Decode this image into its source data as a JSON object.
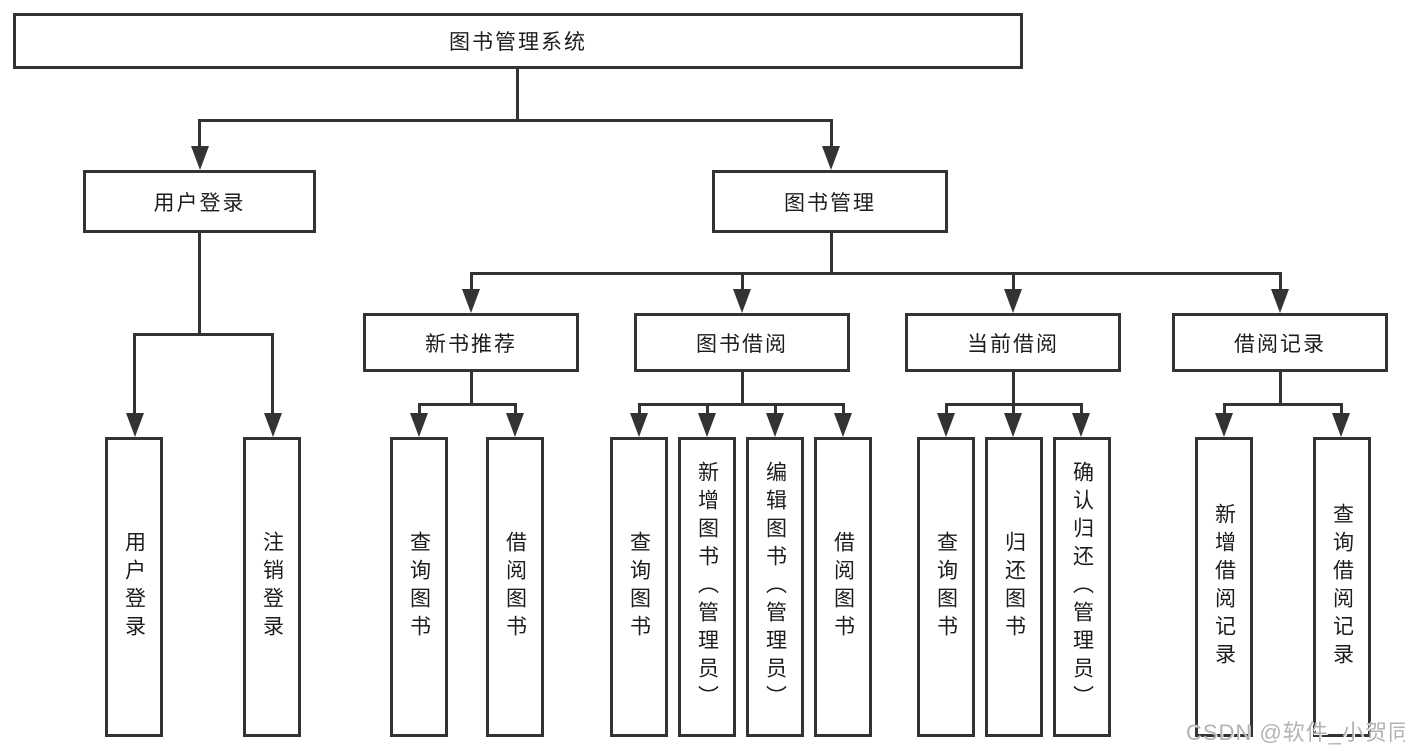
{
  "diagram": {
    "root_label": "图书管理系统",
    "branches": {
      "user_login": {
        "label": "用户登录",
        "children": [
          "用户登录",
          "注销登录"
        ]
      },
      "book_management": {
        "label": "图书管理",
        "sections": [
          {
            "label": "新书推荐",
            "children": [
              "查询图书",
              "借阅图书"
            ]
          },
          {
            "label": "图书借阅",
            "children": [
              "查询图书",
              "新增图书（管理员）",
              "编辑图书（管理员）",
              "借阅图书"
            ]
          },
          {
            "label": "当前借阅",
            "children": [
              "查询图书",
              "归还图书",
              "确认归还（管理员）"
            ]
          },
          {
            "label": "借阅记录",
            "children": [
              "新增借阅记录",
              "查询借阅记录"
            ]
          }
        ]
      }
    }
  },
  "watermark": {
    "text": "CSDN @软件_小贺同学"
  },
  "colors": {
    "line": "#333333",
    "text": "#1d1d1d",
    "box_fill": "#ffffff",
    "watermark": "#b3b3b3",
    "bg": "#ffffff"
  }
}
